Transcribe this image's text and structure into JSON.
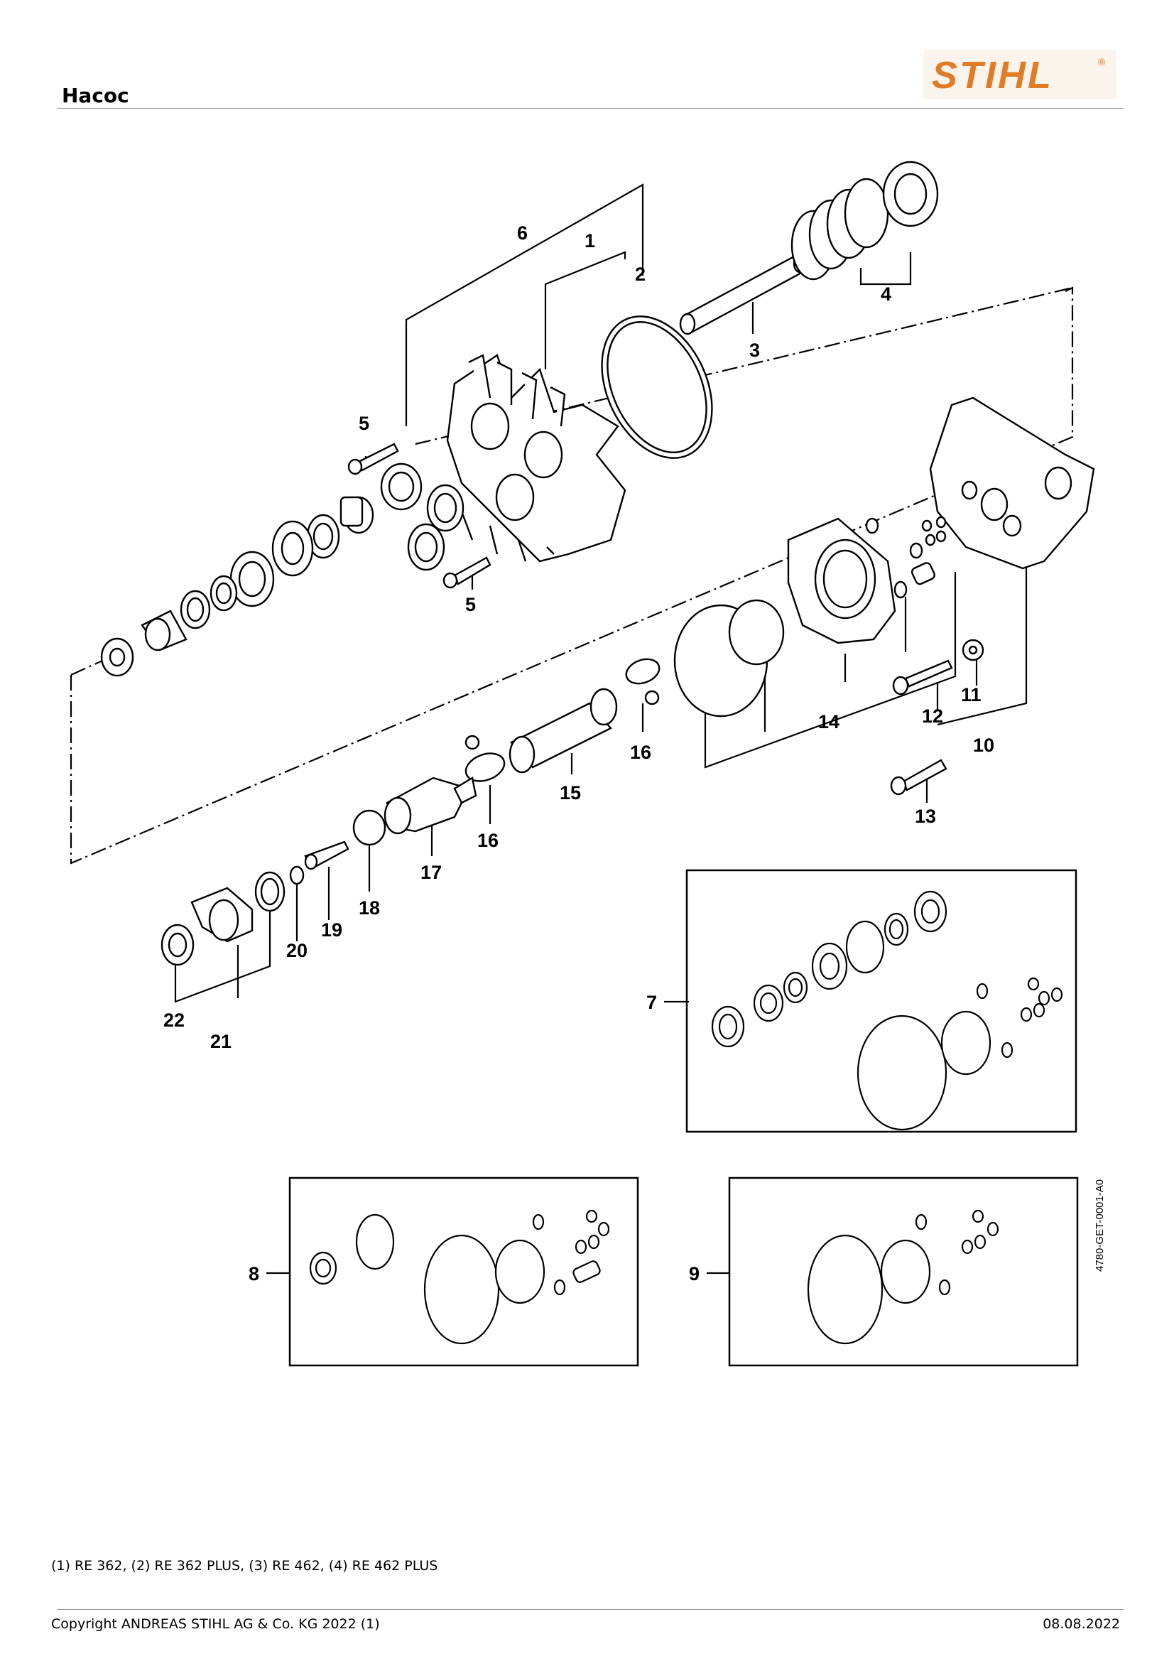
{
  "header": {
    "title": "Насос",
    "brand": "STIHL",
    "brand_color": "#e07b26"
  },
  "diagram": {
    "drawing_code": "4780-GET-0001-A0",
    "callouts": {
      "c1": "1",
      "c2": "2",
      "c3": "3",
      "c4": "4",
      "c5a": "5",
      "c5b": "5",
      "c6": "6",
      "c7": "7",
      "c8": "8",
      "c9": "9",
      "c10": "10",
      "c11": "11",
      "c12": "12",
      "c13": "13",
      "c14": "14",
      "c15": "15",
      "c16a": "16",
      "c16b": "16",
      "c17": "17",
      "c18": "18",
      "c19": "19",
      "c20": "20",
      "c21": "21",
      "c22": "22"
    }
  },
  "footer": {
    "model_legend": "(1) RE 362, (2) RE 362 PLUS, (3) RE 462, (4) RE 462 PLUS",
    "copyright": "Copyright ANDREAS STIHL AG & Co. KG 2022 (1)",
    "date": "08.08.2022"
  }
}
